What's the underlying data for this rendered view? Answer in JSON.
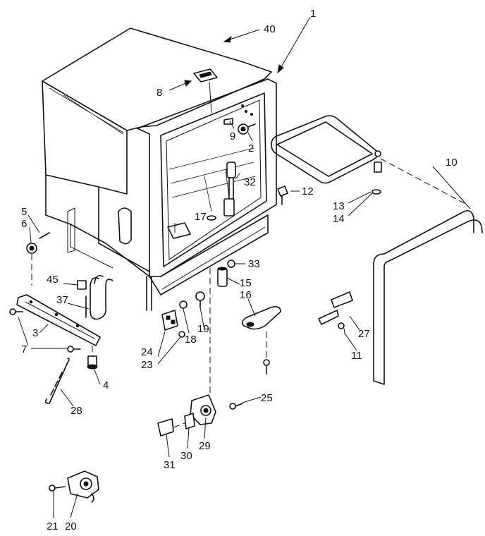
{
  "diagram": {
    "callouts": [
      "40",
      "1",
      "8",
      "9",
      "2",
      "10",
      "32",
      "12",
      "13",
      "14",
      "5",
      "6",
      "17",
      "45",
      "37",
      "33",
      "15",
      "16",
      "3",
      "7",
      "4",
      "28",
      "24",
      "23",
      "18",
      "19",
      "27",
      "11",
      "25",
      "31",
      "30",
      "29",
      "21",
      "20"
    ]
  }
}
